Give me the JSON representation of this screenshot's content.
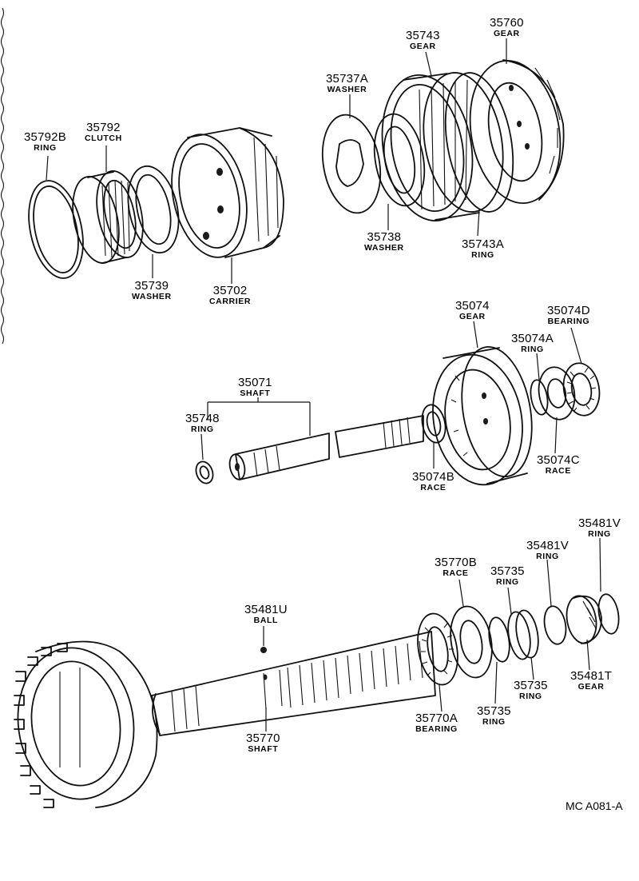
{
  "diagram": {
    "parts": [
      {
        "key": "p35792B",
        "number": "35792B",
        "name": "RING"
      },
      {
        "key": "p35792",
        "number": "35792",
        "name": "CLUTCH"
      },
      {
        "key": "p35739",
        "number": "35739",
        "name": "WASHER"
      },
      {
        "key": "p35702",
        "number": "35702",
        "name": "CARRIER"
      },
      {
        "key": "p35737A",
        "number": "35737A",
        "name": "WASHER"
      },
      {
        "key": "p35738",
        "number": "35738",
        "name": "WASHER"
      },
      {
        "key": "p35743",
        "number": "35743",
        "name": "GEAR"
      },
      {
        "key": "p35760",
        "number": "35760",
        "name": "GEAR"
      },
      {
        "key": "p35743A",
        "number": "35743A",
        "name": "RING"
      },
      {
        "key": "p35074",
        "number": "35074",
        "name": "GEAR"
      },
      {
        "key": "p35074D",
        "number": "35074D",
        "name": "BEARING"
      },
      {
        "key": "p35074A",
        "number": "35074A",
        "name": "RING"
      },
      {
        "key": "p35074C",
        "number": "35074C",
        "name": "RACE"
      },
      {
        "key": "p35071",
        "number": "35071",
        "name": "SHAFT"
      },
      {
        "key": "p35748",
        "number": "35748",
        "name": "RING"
      },
      {
        "key": "p35074B",
        "number": "35074B",
        "name": "RACE"
      },
      {
        "key": "p35481V_a",
        "number": "35481V",
        "name": "RING"
      },
      {
        "key": "p35481V_b",
        "number": "35481V",
        "name": "RING"
      },
      {
        "key": "p35770B",
        "number": "35770B",
        "name": "RACE"
      },
      {
        "key": "p35735_a",
        "number": "35735",
        "name": "RING"
      },
      {
        "key": "p35481U",
        "number": "35481U",
        "name": "BALL"
      },
      {
        "key": "p35735_b",
        "number": "35735",
        "name": "RING"
      },
      {
        "key": "p35481T",
        "number": "35481T",
        "name": "GEAR"
      },
      {
        "key": "p35735_c",
        "number": "35735",
        "name": "RING"
      },
      {
        "key": "p35770A",
        "number": "35770A",
        "name": "BEARING"
      },
      {
        "key": "p35770",
        "number": "35770",
        "name": "SHAFT"
      }
    ],
    "code": "MC  A081-A"
  }
}
